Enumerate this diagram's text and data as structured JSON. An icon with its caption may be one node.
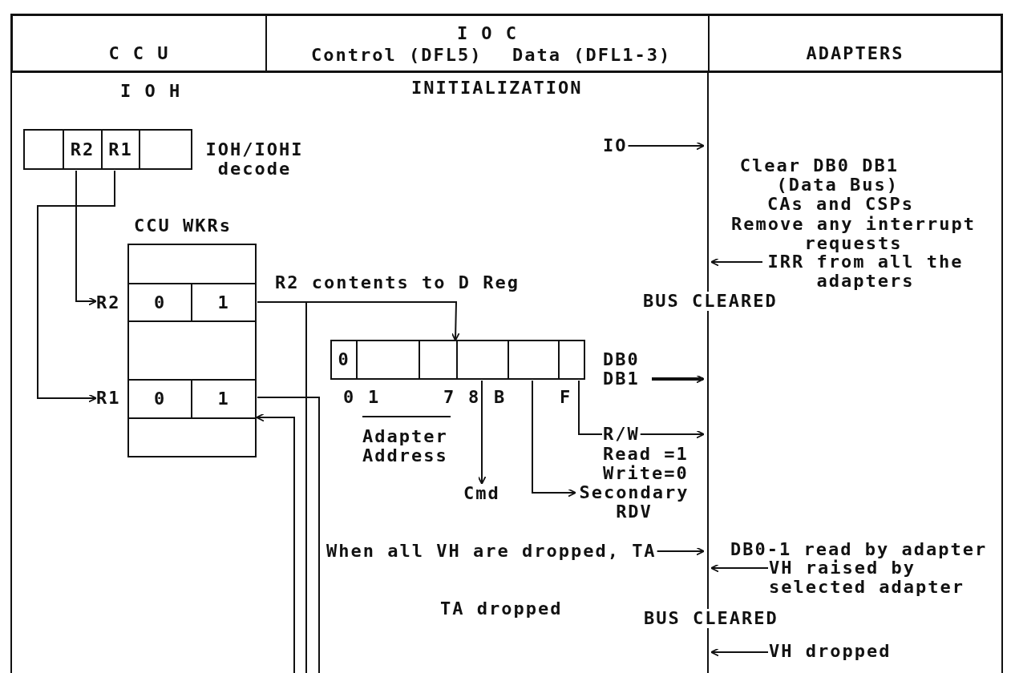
{
  "diagram": {
    "nodes": [
      {
        "text": [
          "C C U"
        ]
      },
      {
        "text": [
          "I O C",
          "Control (DFL5)",
          "Data (DFL1-3)"
        ]
      },
      {
        "text": [
          "ADAPTERS"
        ]
      },
      {
        "text": [],
        "shape": "box"
      },
      {
        "text": [
          "R2"
        ]
      },
      {
        "text": [
          "R1"
        ]
      },
      {
        "text": [],
        "shape": "box"
      },
      {
        "text": [
          "CCU WKRs"
        ]
      },
      {
        "text": [],
        "shape": "box",
        "in": 7
      },
      {
        "text": [
          "0"
        ],
        "in": 7
      },
      {
        "text": [
          "1"
        ],
        "in": 7
      },
      {
        "text": [],
        "shape": "box",
        "in": 7
      },
      {
        "text": [
          "0"
        ],
        "in": 7
      },
      {
        "text": [
          "1"
        ],
        "in": 7
      },
      {
        "text": [],
        "shape": "box",
        "in": 7
      },
      {
        "text": [
          "R2"
        ]
      },
      {
        "text": [
          "R1"
        ]
      },
      {
        "text": [
          "0"
        ]
      },
      {
        "text": [],
        "shape": "box"
      },
      {
        "text": [],
        "shape": "box"
      },
      {
        "text": [],
        "shape": "box"
      },
      {
        "text": [],
        "shape": "box"
      },
      {
        "text": [],
        "shape": "box"
      },
      {
        "text": [
          "DB0 DB1"
        ]
      },
      {
        "text": [
          "Cmd"
        ]
      },
      {
        "text": [
          "Secondary RDV"
        ]
      },
      {
        "text": [
          "R/W"
        ]
      },
      {
        "text": [
          "IO"
        ]
      },
      {
        "text": [
          "IRR from all the adapters"
        ]
      },
      {
        "text": [
          "When all VH are dropped, TA"
        ]
      },
      {
        "text": [
          "VH raised by selected adapter"
        ]
      },
      {
        "text": [
          "VH dropped"
        ]
      }
    ],
    "edges": [
      {
        "from": 4,
        "to": 15,
        "arrow": "to"
      },
      {
        "from": 5,
        "to": 16,
        "arrow": "to"
      },
      {
        "from": 10,
        "to": 20,
        "arrow": "to",
        "label": "R2 contents to D Reg"
      },
      {
        "from": 10,
        "to": null,
        "arrow": "none"
      },
      {
        "from": 13,
        "to": null,
        "arrow": "none"
      },
      {
        "from": null,
        "to": 13,
        "arrow": "to"
      },
      {
        "from": 20,
        "to": 24,
        "arrow": "to"
      },
      {
        "from": 21,
        "to": 25,
        "arrow": "to"
      },
      {
        "from": 22,
        "to": 26,
        "arrow": "none"
      },
      {
        "from": 26,
        "to": null,
        "arrow": "to"
      },
      {
        "from": 23,
        "to": null,
        "arrow": "to",
        "style": "thick"
      },
      {
        "from": 27,
        "to": null,
        "arrow": "to"
      },
      {
        "from": 28,
        "to": null,
        "arrow": "to"
      },
      {
        "from": 29,
        "to": null,
        "arrow": "to"
      },
      {
        "from": 30,
        "to": null,
        "arrow": "to"
      },
      {
        "from": 31,
        "to": null,
        "arrow": "to"
      }
    ],
    "labels": [
      "I O H",
      "INITIALIZATION",
      "IOH/IOHI decode",
      "Clear DB0 DB1 (Data Bus)",
      "CAs and CSPs",
      "Remove any interrupt requests",
      "BUS CLEARED",
      "0",
      "1",
      "7",
      "8",
      "B",
      "F",
      "Adapter Address",
      "Read =1",
      "Write=0",
      "DB0-1 read by adapter",
      "TA dropped",
      "BUS CLEARED"
    ]
  }
}
